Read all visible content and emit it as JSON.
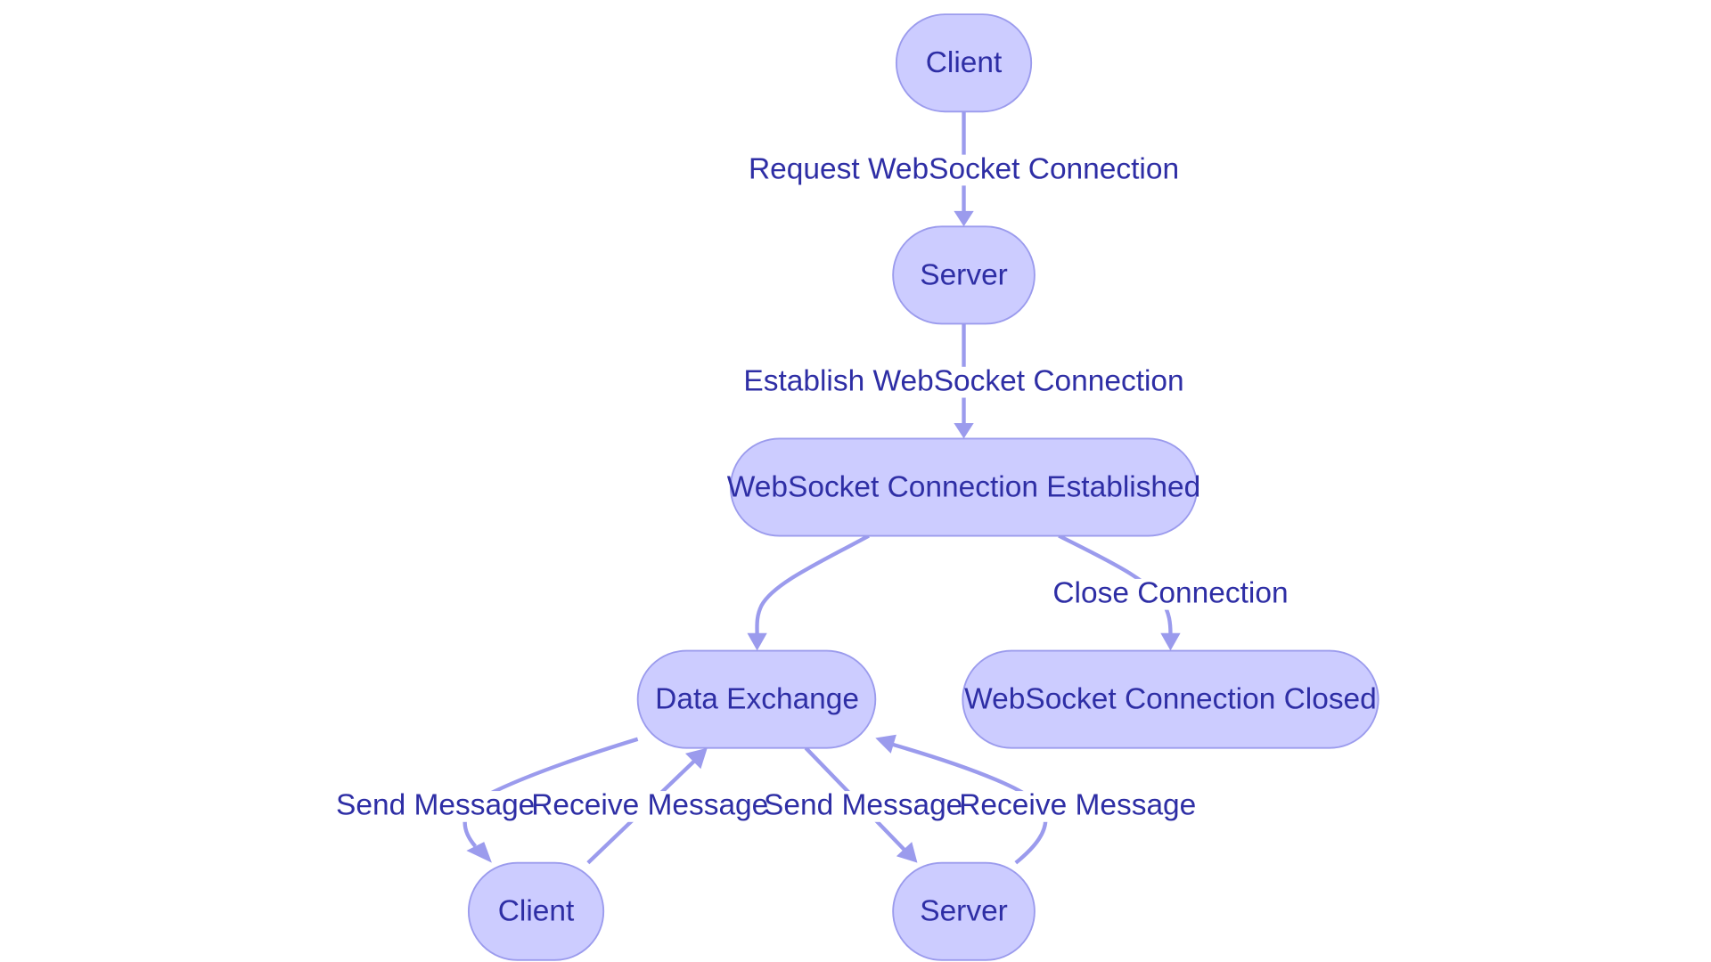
{
  "diagram": {
    "colors": {
      "node_fill": "#ccccff",
      "node_stroke": "#9b9bed",
      "edge": "#9b9bed",
      "text": "#2e2ea5"
    },
    "nodes": {
      "client_top": {
        "label": "Client"
      },
      "server_top": {
        "label": "Server"
      },
      "established": {
        "label": "WebSocket Connection Established"
      },
      "data_exchange": {
        "label": "Data Exchange"
      },
      "closed": {
        "label": "WebSocket Connection Closed"
      },
      "client_bottom": {
        "label": "Client"
      },
      "server_bottom": {
        "label": "Server"
      }
    },
    "edges": {
      "request": {
        "from": "Client",
        "to": "Server",
        "label": "Request WebSocket Connection"
      },
      "establish": {
        "from": "Server",
        "to": "WebSocket Connection Established",
        "label": "Establish WebSocket Connection"
      },
      "to_exchange": {
        "from": "WebSocket Connection Established",
        "to": "Data Exchange",
        "label": ""
      },
      "close": {
        "from": "WebSocket Connection Established",
        "to": "WebSocket Connection Closed",
        "label": "Close Connection"
      },
      "client_send": {
        "from": "Data Exchange",
        "to": "Client",
        "label": "Send Message"
      },
      "client_receive": {
        "from": "Client",
        "to": "Data Exchange",
        "label": "Receive Message"
      },
      "server_send": {
        "from": "Data Exchange",
        "to": "Server",
        "label": "Send Message"
      },
      "server_receive": {
        "from": "Server",
        "to": "Data Exchange",
        "label": "Receive Message"
      }
    }
  }
}
